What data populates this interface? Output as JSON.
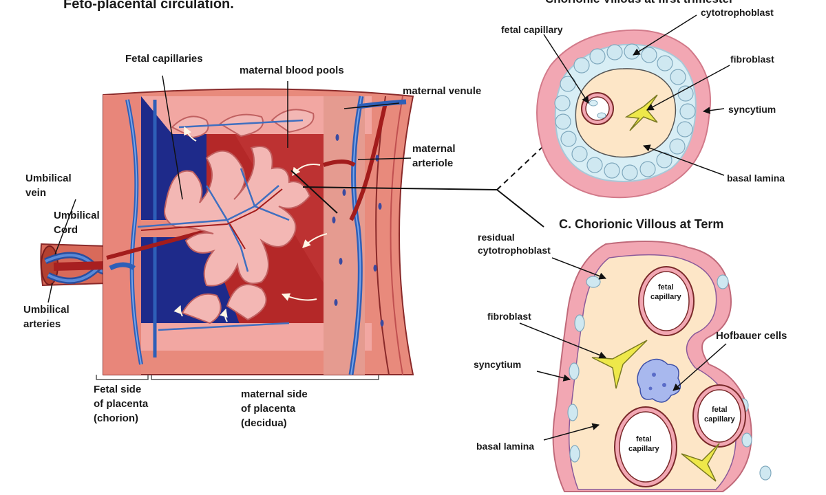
{
  "page": {
    "title": "Feto-placental circulation.",
    "panel_b_title": "Chorionic Villous at first trimester",
    "panel_c_title": "C. Chorionic Villous at Term"
  },
  "left_labels": {
    "fetal_capillaries": "Fetal capillaries",
    "maternal_blood_pools": "maternal blood pools",
    "maternal_venule": "maternal venule",
    "maternal_arteriole": "maternal\narteriole",
    "umbilical_vein": "Umbilical\nvein",
    "umbilical_cord": "Umbilical\nCord",
    "umbilical_arteries": "Umbilical\narteries",
    "fetal_side": "Fetal side\nof placenta\n(chorion)",
    "maternal_side": "maternal side\nof placenta\n(decidua)"
  },
  "first_trimester_labels": {
    "cytotrophoblast": "cytotrophoblast",
    "fetal_capillary": "fetal capillary",
    "fibroblast": "fibroblast",
    "syncytium": "syncytium",
    "basal_lamina": "basal lamina"
  },
  "term_labels": {
    "residual_cytotrophoblast": "residual\ncytotrophoblast",
    "fibroblast": "fibroblast",
    "hofbauer_cells": "Hofbauer cells",
    "syncytium": "syncytium",
    "basal_lamina": "basal lamina",
    "fetal_capillary_1": "fetal\ncapillary",
    "fetal_capillary_2": "fetal\ncapillary",
    "fetal_capillary_3": "fetal\ncapillary"
  },
  "colors": {
    "maternal_blood": "#b42828",
    "maternal_blood_dark": "#8a1616",
    "decidua": "#e88a7c",
    "fetal_blue": "#3f6fc0",
    "deep_blue": "#1e2a8a",
    "villus_pink": "#f3b7b4",
    "stroma": "#fde6c7",
    "syncytium": "#f2a7b3",
    "cytotrophoblast": "#d8eef5",
    "fibroblast": "#eee84a",
    "hofbauer": "#a8b8ee"
  },
  "icons": [
    "arrow-icon"
  ]
}
